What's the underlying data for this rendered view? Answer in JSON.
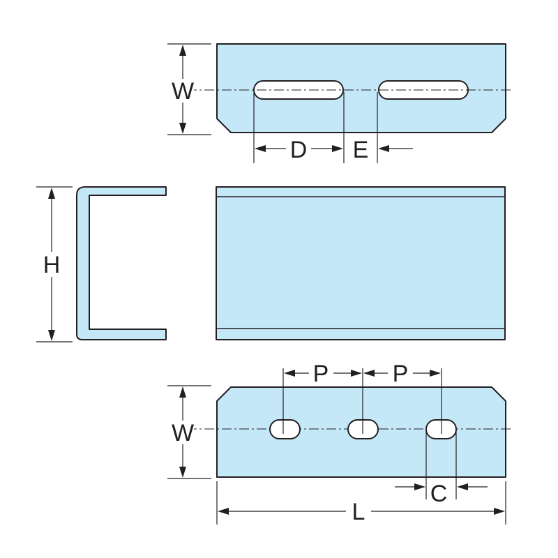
{
  "labels": {
    "width_top": "W",
    "slot_spacing": "D",
    "slot_gap": "E",
    "height": "H",
    "pitch_1": "P",
    "pitch_2": "P",
    "width_bottom": "W",
    "hole_width": "C",
    "length": "L"
  },
  "colors": {
    "part_fill": "#c5e8f9",
    "outline": "#231f20",
    "background": "#ffffff"
  }
}
